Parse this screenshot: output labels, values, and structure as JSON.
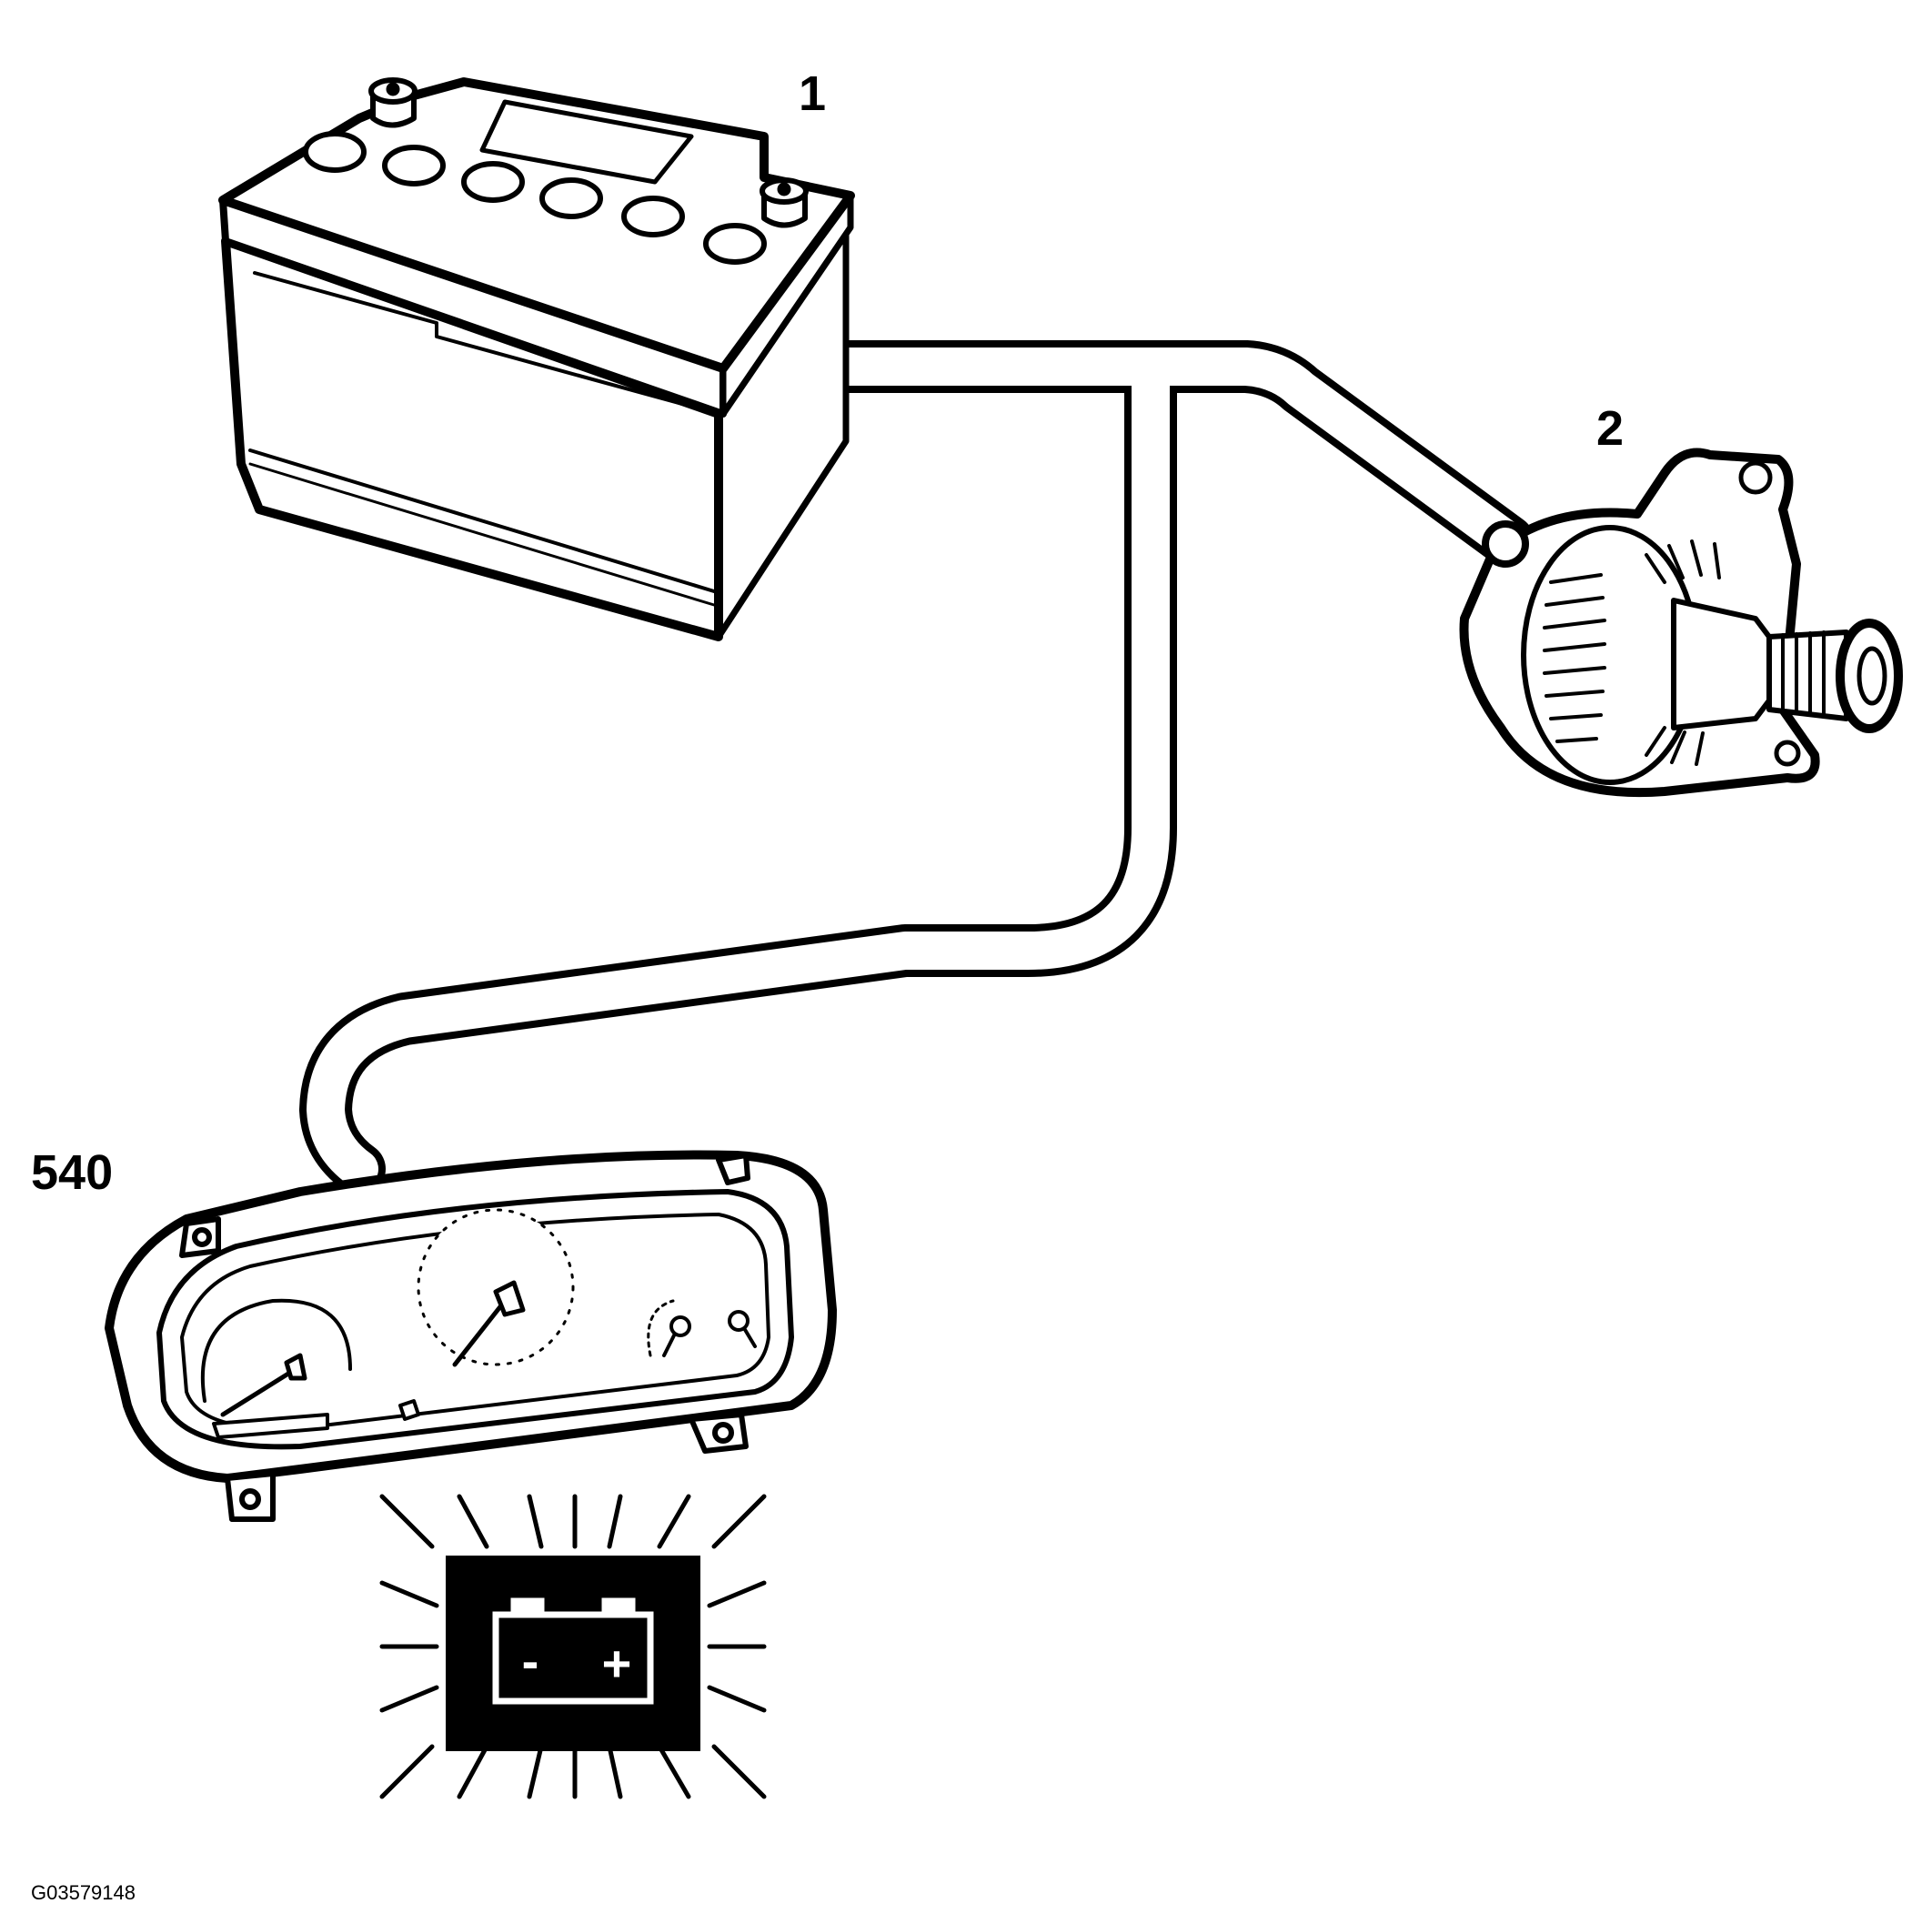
{
  "callouts": {
    "battery": "1",
    "alternator": "2",
    "instrument_cluster": "540"
  },
  "figure_code": "G03579148",
  "warning_lamp": {
    "minus_symbol": "-",
    "plus_symbol": "+"
  },
  "colors": {
    "ink": "#000000",
    "paper": "#ffffff"
  }
}
